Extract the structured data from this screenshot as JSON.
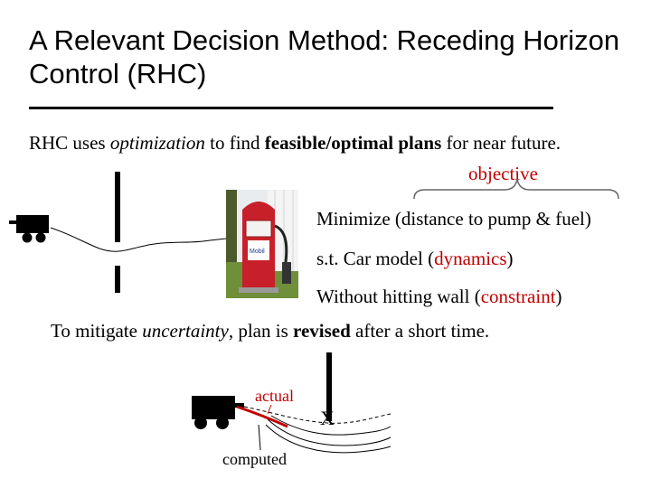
{
  "slide": {
    "title": "A Relevant Decision Method: Receding Horizon Control (RHC)",
    "intro": {
      "prefix": "RHC uses ",
      "em1": "optimization",
      "mid": " to find ",
      "strong1": "feasible/optimal plans",
      "suffix": " for near future."
    },
    "objective_label": "objective",
    "lines": [
      {
        "text": "Minimize (distance to pump & fuel)"
      },
      {
        "prefix": "s.t. Car model (",
        "highlight": "dynamics",
        "suffix": ")"
      },
      {
        "prefix": "Without hitting wall (",
        "highlight": "constraint",
        "suffix": ")"
      }
    ],
    "revise": {
      "prefix": "To mitigate ",
      "em": "uncertainty",
      "mid": ", plan is ",
      "strong": "revised",
      "suffix": " after a short time."
    },
    "actual_label": "actual",
    "computed_label": "computed",
    "x_mark": "X",
    "pump_brand": "Mobil",
    "colors": {
      "accent": "#c00000",
      "text": "#000000",
      "pump_red": "#c8202a",
      "grass": "#6f8f3a"
    }
  }
}
